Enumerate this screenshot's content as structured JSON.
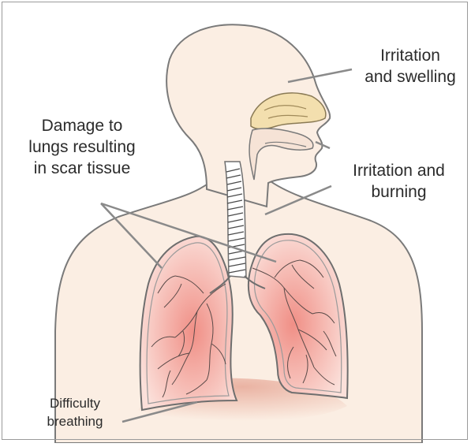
{
  "labels": {
    "nose": [
      "Irritation",
      "and swelling"
    ],
    "throat": [
      "Irritation and",
      "burning"
    ],
    "lungs": [
      "Damage to",
      "lungs resulting",
      "in scar tissue"
    ],
    "breathing": [
      "Difficulty",
      "breathing"
    ]
  },
  "colors": {
    "skin": "#fbeee3",
    "skin_outline": "#7a7a7a",
    "lung_fill": "#f5b6ae",
    "lung_outline": "#6e6e6e",
    "sinus": "#f3dfae",
    "diaphragm": "#f2cfc0",
    "leader_line": "#8a8a8a",
    "text": "#2b2b2b"
  }
}
